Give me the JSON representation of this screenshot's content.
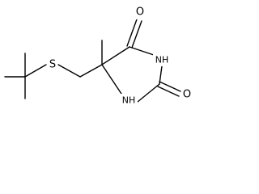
{
  "molecule": {
    "atoms": {
      "S": "S",
      "O_top": "O",
      "O_right": "O",
      "NH_top": "NH",
      "NH_bottom": "NH"
    }
  }
}
